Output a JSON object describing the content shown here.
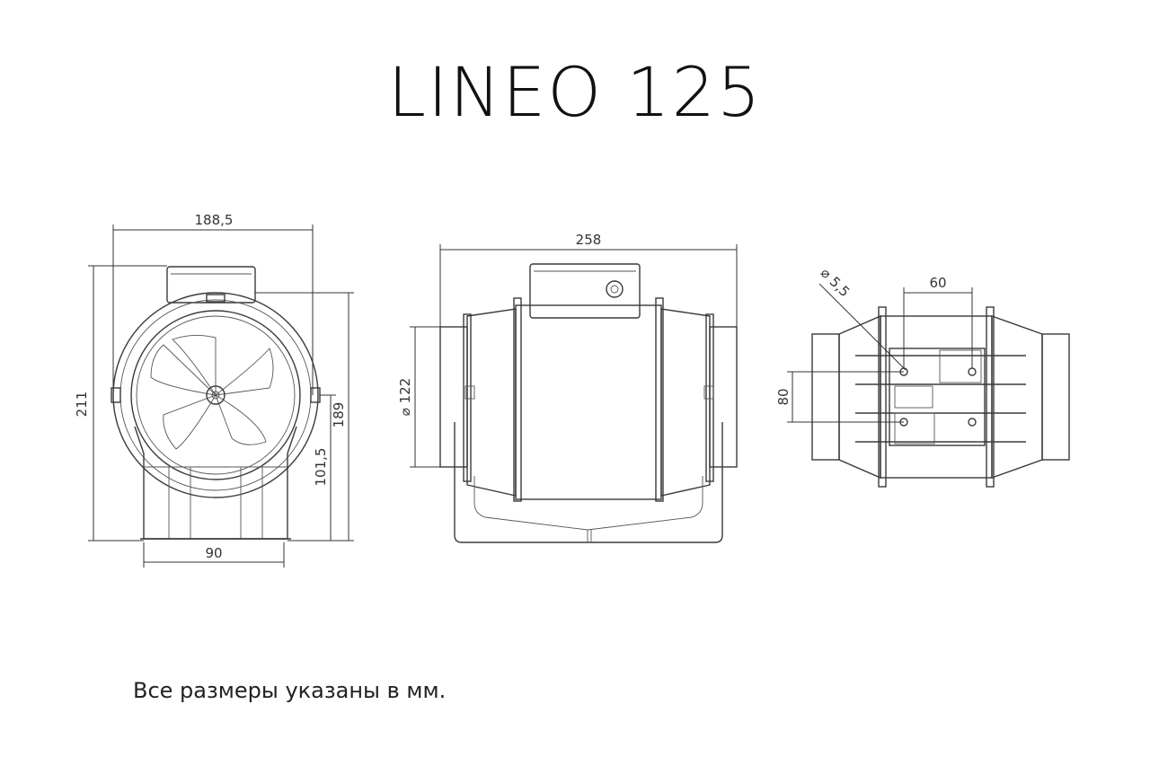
{
  "title": "LINEO 125",
  "footnote": "Все размеры указаны в мм.",
  "dimensions": {
    "front_width": "188,5",
    "front_height": "211",
    "front_height_inner": "189",
    "front_axis_height": "101,5",
    "front_base_width": "90",
    "side_length": "258",
    "side_diameter": "⌀ 122",
    "bottom_hole": "⌀ 5,5",
    "bottom_spacing_x": "60",
    "bottom_spacing_y": "80"
  }
}
